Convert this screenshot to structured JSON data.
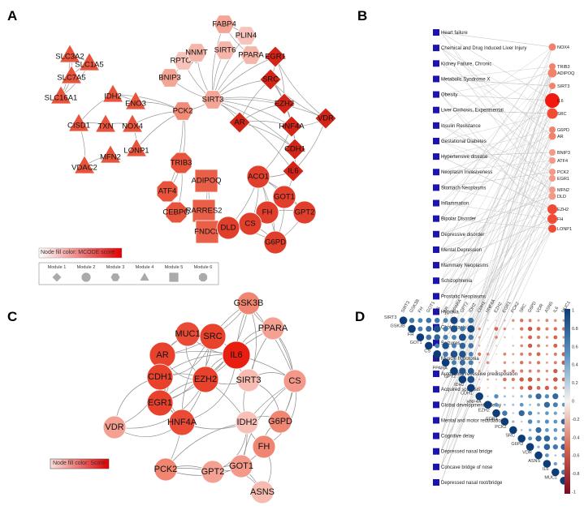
{
  "panels": {
    "a": "A",
    "b": "B",
    "c": "C",
    "d": "D"
  },
  "panel_a": {
    "legend_title": "Node fill color: MCODE score",
    "modules": [
      "Module 1",
      "Module 2",
      "Module 3",
      "Module 4",
      "Module 5",
      "Module 6"
    ],
    "nodes": [
      {
        "n": "SLC3A2",
        "s": "tri",
        "c": "#e8533c"
      },
      {
        "n": "SLC7A5",
        "s": "tri",
        "c": "#e8533c"
      },
      {
        "n": "SLC1A5",
        "s": "tri",
        "c": "#e8533c"
      },
      {
        "n": "SLC16A1",
        "s": "tri",
        "c": "#e8533c"
      },
      {
        "n": "IDH2",
        "s": "tri",
        "c": "#e8533c"
      },
      {
        "n": "ENO3",
        "s": "tri",
        "c": "#e8533c"
      },
      {
        "n": "CISD1",
        "s": "tri",
        "c": "#e8533c"
      },
      {
        "n": "TXN",
        "s": "tri",
        "c": "#e8533c"
      },
      {
        "n": "NOX4",
        "s": "tri",
        "c": "#e8533c"
      },
      {
        "n": "LONP1",
        "s": "tri",
        "c": "#e8533c"
      },
      {
        "n": "VDAC2",
        "s": "tri",
        "c": "#e8533c"
      },
      {
        "n": "MFN2",
        "s": "tri",
        "c": "#e8533c"
      },
      {
        "n": "PCK2",
        "s": "hex",
        "c": "#f28b78"
      },
      {
        "n": "BNIP3",
        "s": "hex",
        "c": "#f4a596"
      },
      {
        "n": "RPTOR",
        "s": "hex",
        "c": "#f7c3ba"
      },
      {
        "n": "NNMT",
        "s": "hex",
        "c": "#f6b5a9"
      },
      {
        "n": "SIRT6",
        "s": "hex",
        "c": "#f6b5a9"
      },
      {
        "n": "PPARA",
        "s": "hex",
        "c": "#f6b5a9"
      },
      {
        "n": "FABP4",
        "s": "hex",
        "c": "#f4a596"
      },
      {
        "n": "PLIN4",
        "s": "hex",
        "c": "#f7c3ba"
      },
      {
        "n": "SIRT3",
        "s": "hex",
        "c": "#f4a596"
      },
      {
        "n": "EGR1",
        "s": "dia",
        "c": "#d42417"
      },
      {
        "n": "SRC",
        "s": "dia",
        "c": "#d42417"
      },
      {
        "n": "EZH2",
        "s": "dia",
        "c": "#d42417"
      },
      {
        "n": "HNF4A",
        "s": "dia",
        "c": "#d42417"
      },
      {
        "n": "VDR",
        "s": "dia",
        "c": "#d42417"
      },
      {
        "n": "AR",
        "s": "dia",
        "c": "#d42417"
      },
      {
        "n": "CDH1",
        "s": "dia",
        "c": "#d42417"
      },
      {
        "n": "IL6",
        "s": "dia",
        "c": "#d42417"
      },
      {
        "n": "TRIB3",
        "s": "oct",
        "c": "#e8533c"
      },
      {
        "n": "ATF4",
        "s": "oct",
        "c": "#e8533c"
      },
      {
        "n": "CEBPG",
        "s": "oct",
        "c": "#e8533c"
      },
      {
        "n": "ADIPOQ",
        "s": "sq",
        "c": "#ea5f48"
      },
      {
        "n": "RARRES2",
        "s": "sq",
        "c": "#ea5f48"
      },
      {
        "n": "FNDC5",
        "s": "sq",
        "c": "#ea5f48"
      },
      {
        "n": "ACO1",
        "s": "cir",
        "c": "#e13e2b"
      },
      {
        "n": "GOT1",
        "s": "cir",
        "c": "#e13e2b"
      },
      {
        "n": "FH",
        "s": "cir",
        "c": "#e13e2b"
      },
      {
        "n": "GPT2",
        "s": "cir",
        "c": "#e13e2b"
      },
      {
        "n": "CS",
        "s": "cir",
        "c": "#e13e2b"
      },
      {
        "n": "DLD",
        "s": "cir",
        "c": "#e13e2b"
      },
      {
        "n": "G6PD",
        "s": "cir",
        "c": "#e13e2b"
      }
    ]
  },
  "panel_b": {
    "diseases": [
      "Heart failure",
      "Chemical and Drug Induced Liver Injury",
      "Kidney Failure, Chronic",
      "Metabolic Syndrome X",
      "Obesity",
      "Liver Cirrhosis, Experimental",
      "Insulin Resistance",
      "Gestational Diabetes",
      "Hypertensive disease",
      "Neoplasm Invasiveness",
      "Stomach Neoplasms",
      "Inflammation",
      "Bipolar Disorder",
      "Depressive disorder",
      "Mental Depression",
      "Mammary Neoplasms",
      "Schizophrenia",
      "Prostatic Neoplasms",
      "Hypoxia",
      "Cholestasis",
      "Seizures",
      "Muscle hypotonia",
      "Autosomal recessive predisposition",
      "Acquired scoliosis",
      "Global developmental delay",
      "Mental and motor retardation",
      "Cognitive delay",
      "Depressed nasal bridge",
      "Concave bridge of nose",
      "Depressed nasal root/bridge"
    ],
    "genes": [
      {
        "n": "NOX4",
        "c": "#f2826c"
      },
      {
        "n": "TRIB3",
        "c": "#f2826c"
      },
      {
        "n": "ADIPOQ",
        "c": "#f2826c"
      },
      {
        "n": "SIRT3",
        "c": "#f2826c"
      },
      {
        "n": "IL6",
        "c": "#f01a10"
      },
      {
        "n": "SRC",
        "c": "#f14a35"
      },
      {
        "n": "G6PD",
        "c": "#f2826c"
      },
      {
        "n": "AR",
        "c": "#f2826c"
      },
      {
        "n": "BNIP3",
        "c": "#f29a88"
      },
      {
        "n": "ATF4",
        "c": "#f29a88"
      },
      {
        "n": "PCK2",
        "c": "#f29a88"
      },
      {
        "n": "EGR1",
        "c": "#f29a88"
      },
      {
        "n": "MFN2",
        "c": "#f29a88"
      },
      {
        "n": "DLD",
        "c": "#f29a88"
      },
      {
        "n": "EZH2",
        "c": "#f14a35"
      },
      {
        "n": "FH",
        "c": "#f14a35"
      },
      {
        "n": "LONP1",
        "c": "#f14a35"
      }
    ]
  },
  "panel_c": {
    "legend_title": "Node fill color: Score",
    "nodes": [
      {
        "n": "GSK3B",
        "c": "#f08572"
      },
      {
        "n": "PPARA",
        "c": "#f4a092"
      },
      {
        "n": "MUC1",
        "c": "#ea4b36"
      },
      {
        "n": "SRC",
        "c": "#e8412c"
      },
      {
        "n": "IL6",
        "c": "#e81e10"
      },
      {
        "n": "AR",
        "c": "#e8412c"
      },
      {
        "n": "CDH1",
        "c": "#e8412c"
      },
      {
        "n": "EZH2",
        "c": "#e8412c"
      },
      {
        "n": "SIRT3",
        "c": "#f7bcb1"
      },
      {
        "n": "CS",
        "c": "#f4998a"
      },
      {
        "n": "EGR1",
        "c": "#e8412c"
      },
      {
        "n": "HNF4A",
        "c": "#ea4b36"
      },
      {
        "n": "IDH2",
        "c": "#f7c1b7"
      },
      {
        "n": "G6PD",
        "c": "#f08572"
      },
      {
        "n": "VDR",
        "c": "#f4a092"
      },
      {
        "n": "FH",
        "c": "#f08572"
      },
      {
        "n": "PCK2",
        "c": "#f08572"
      },
      {
        "n": "GPT2",
        "c": "#f4a092"
      },
      {
        "n": "GOT1",
        "c": "#f4998a"
      },
      {
        "n": "ASNS",
        "c": "#f7bcb1"
      }
    ]
  },
  "panel_d": {
    "genes": [
      "SIRT3",
      "GSK3B",
      "FH",
      "GOT1",
      "CS",
      "AR",
      "PPARA",
      "GPT2",
      "IDH2",
      "CDH1",
      "HNF4A",
      "EZH2",
      "EGR1",
      "PCK2",
      "SRC",
      "G6PD",
      "VDR",
      "ASNS",
      "IL6",
      "MUC1"
    ],
    "colorbar_ticks": [
      "1",
      "0.8",
      "0.6",
      "0.4",
      "0.2",
      "0",
      "-0.2",
      "-0.4",
      "-0.6",
      "-0.8",
      "-1"
    ]
  }
}
